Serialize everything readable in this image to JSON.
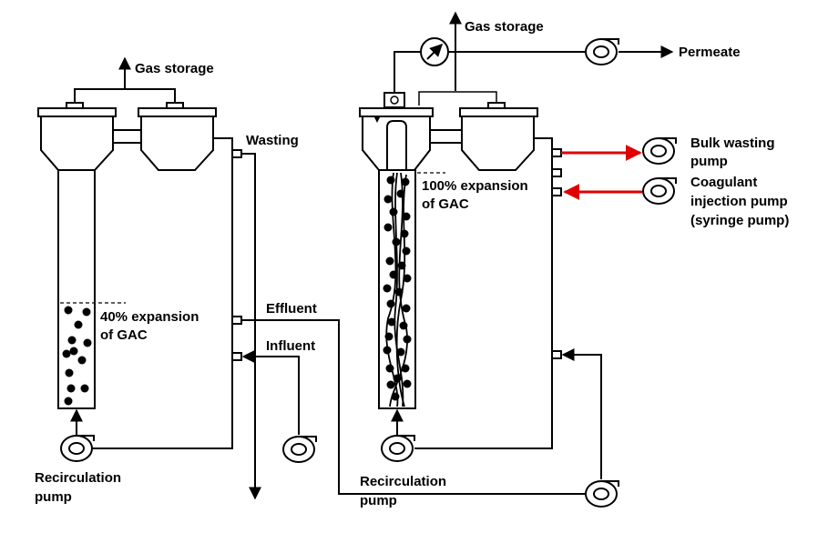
{
  "labels": {
    "gas_storage_left": "Gas storage",
    "gas_storage_right": "Gas storage",
    "permeate": "Permeate",
    "wasting": "Wasting",
    "effluent": "Effluent",
    "influent": "Influent",
    "left_expansion_line1": "40% expansion",
    "left_expansion_line2": "of GAC",
    "right_expansion_line1": "100% expansion",
    "right_expansion_line2": "of GAC",
    "bulk_wasting_line1": "Bulk wasting",
    "bulk_wasting_line2": "pump",
    "coagulant_line1": "Coagulant",
    "coagulant_line2": "injection pump",
    "coagulant_line3": "(syringe pump)",
    "recirc_left_line1": "Recirculation",
    "recirc_left_line2": "pump",
    "recirc_right_line1": "Recirculation",
    "recirc_right_line2": "pump"
  },
  "icons": {
    "pump": "pump-icon",
    "pressure_gauge": "pressure-gauge-icon",
    "gac_particle": "gac-particle-dot",
    "membrane_fiber": "membrane-fiber"
  },
  "colors": {
    "line": "#000000",
    "flow_arrow_accent": "#e00000",
    "background": "#ffffff"
  }
}
